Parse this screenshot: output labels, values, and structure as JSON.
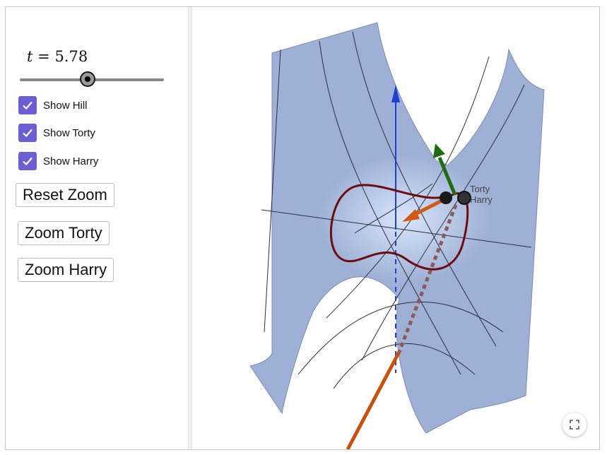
{
  "slider": {
    "variable": "t",
    "equals": "=",
    "value": "5.78",
    "fraction": 0.47
  },
  "checkboxes": [
    {
      "label": "Show Hill",
      "checked": true
    },
    {
      "label": "Show Torty",
      "checked": true
    },
    {
      "label": "Show Harry",
      "checked": true
    }
  ],
  "buttons": {
    "reset_zoom": "Reset Zoom",
    "zoom_torty": "Zoom Torty",
    "zoom_harry": "Zoom Harry"
  },
  "scene": {
    "labels": {
      "torty": "Torty",
      "harry": "Harry"
    },
    "colors": {
      "surface": "#9fb0d6",
      "surface_light": "#cfdcf5",
      "axis": "#1f3fd0",
      "path": "#6b0d0d",
      "orange": "#d25a14",
      "green": "#1f6b12",
      "checkbox": "#6b5fd3"
    }
  },
  "icons": {
    "fullscreen": "fullscreen-icon"
  }
}
